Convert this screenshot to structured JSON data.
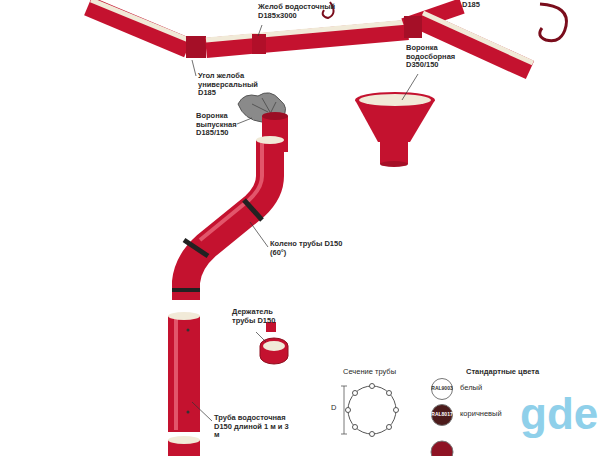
{
  "diagram": {
    "labels": [
      "D185",
      "Желоб водосточный D185x3000",
      "Угол желоба универсальный D185",
      "Воронка водосборная D350/150",
      "Воронка выпускная D185/150",
      "Колено трубы D150 (60°)",
      "Держатель трубы D150",
      "Труба водосточная D150 длиной 1 м и 3 м",
      "Сечение трубы",
      "D",
      "Стандартные цвета",
      "RAL9003",
      "RAL8017",
      "gde"
    ],
    "legend": [
      {
        "text": "белый",
        "color": "#ffffff"
      },
      {
        "text": "коричневый",
        "color": "#4c1b1b"
      }
    ]
  }
}
